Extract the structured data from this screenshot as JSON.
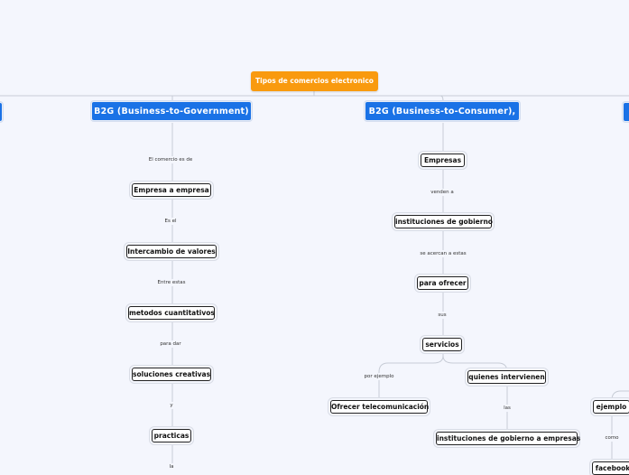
{
  "root": {
    "label": "Tipos de comercios electronico"
  },
  "b2g_government": {
    "title": "B2G (Business-to-Government)",
    "label_1": "El comercio es de",
    "node_1": "Empresa a empresa",
    "label_2": "Es el",
    "node_2": "Intercambio de valores",
    "label_3": "Entre estas",
    "node_3": "metodos cuantitativos",
    "label_4": "para dar",
    "node_4": "soluciones creativas",
    "label_5": "y",
    "node_5": "practicas",
    "label_6": "la"
  },
  "b2g_consumer": {
    "title": "B2G (Business-to-Consumer),",
    "node_1": "Empresas",
    "label_1": "venden a",
    "node_2": "instituciones de gobierno",
    "label_2": "se acercan a estas",
    "node_3": "para ofrecer",
    "label_3": "sus",
    "node_4": "servicios",
    "label_left": "por ejemplo",
    "node_left": "Ofrecer telecomunicación",
    "node_right": "quienes intervienen",
    "label_right": "las",
    "node_right_child": "instituciones de gobierno a empresas"
  },
  "right_branch": {
    "node_1": "ejemplo",
    "label_1": "como",
    "node_2": "facebook"
  },
  "colors": {
    "background": "#f4f6fd",
    "root": "#f99a0e",
    "main": "#1a72e6",
    "line": "#c7ccd6"
  }
}
